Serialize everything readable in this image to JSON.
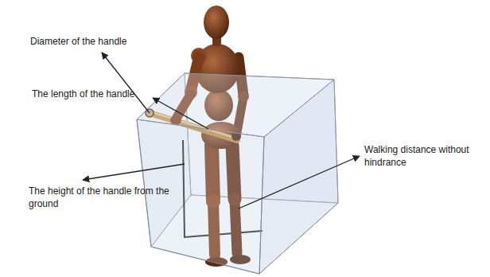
{
  "diagram": {
    "labels": [
      "Diameter of the handle",
      "The length of the handle",
      "The height of the handle from the ground",
      "Walking distance without hindrance"
    ]
  }
}
